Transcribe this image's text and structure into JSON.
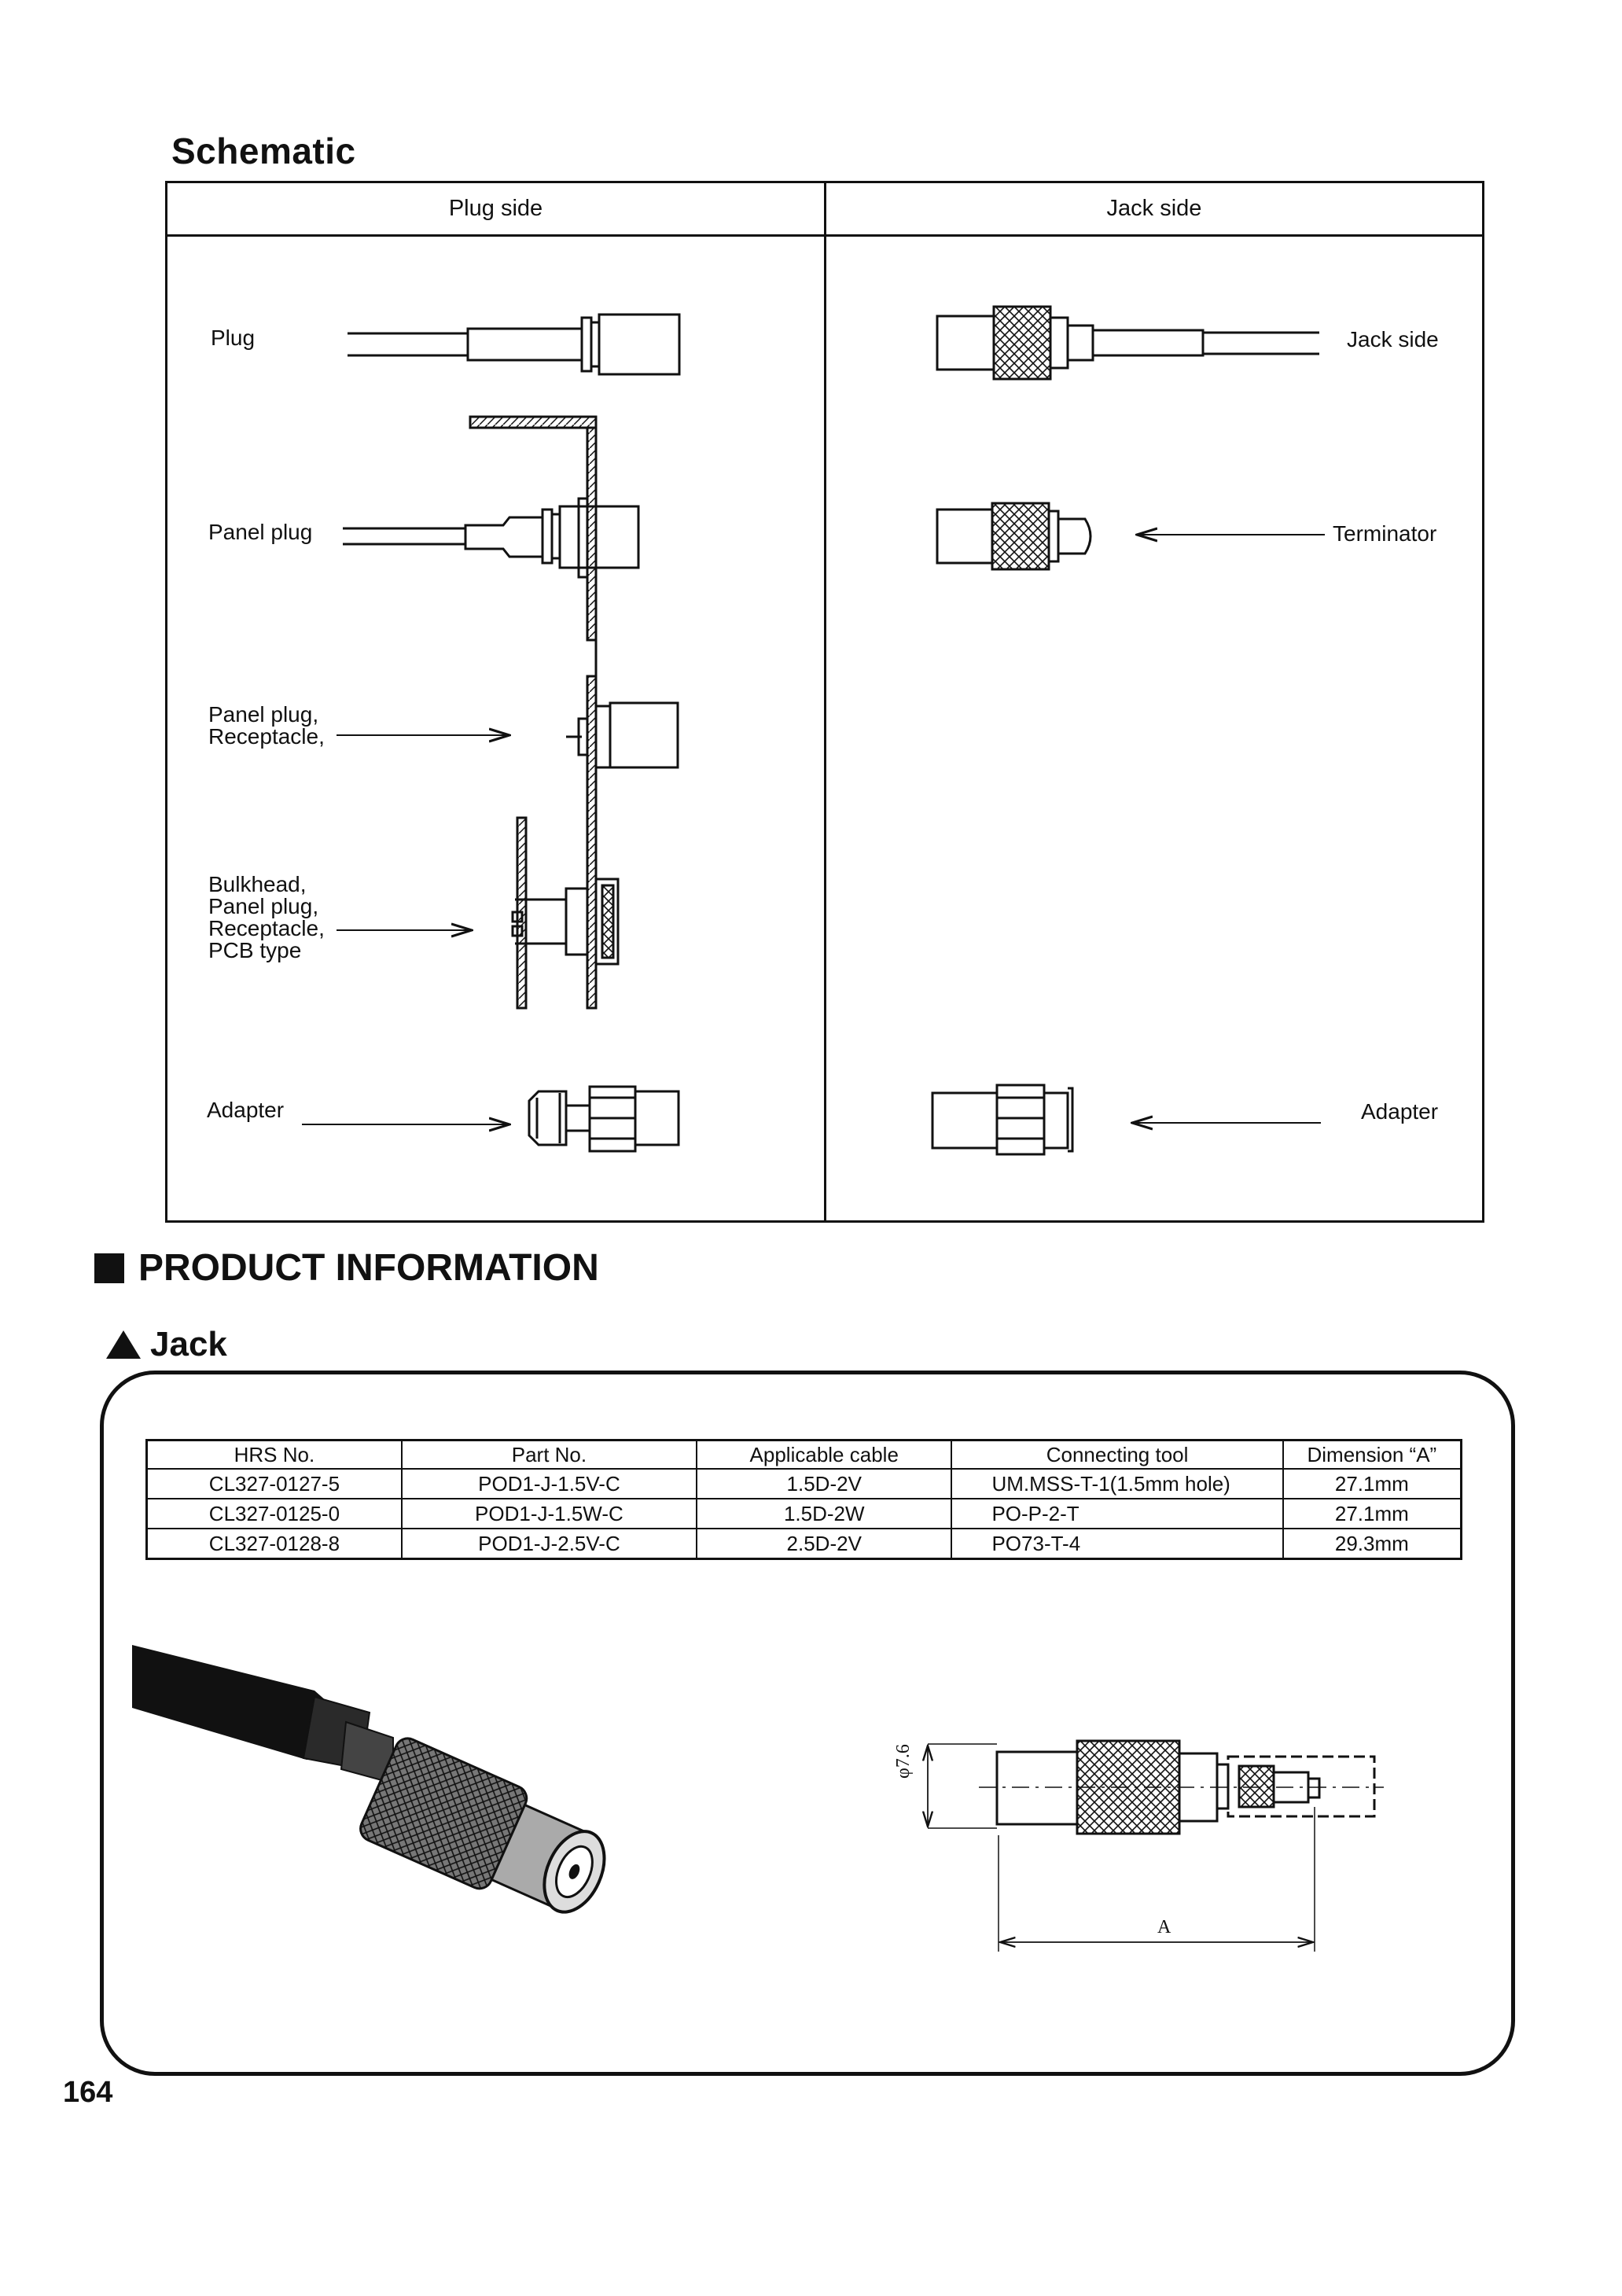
{
  "schematic": {
    "title": "Schematic",
    "plug_side_header": "Plug side",
    "jack_side_header": "Jack side",
    "plug_labels": {
      "plug": "Plug",
      "panel_plug": "Panel plug",
      "panel_plug_receptacle": [
        "Panel plug,",
        "Receptacle,"
      ],
      "bulkhead": [
        "Bulkhead,",
        "Panel plug,",
        "Receptacle,",
        "PCB type"
      ],
      "adapter": "Adapter"
    },
    "jack_labels": {
      "jack_side": "Jack side",
      "terminator": "Terminator",
      "adapter": "Adapter"
    }
  },
  "product_information": {
    "title": "PRODUCT INFORMATION",
    "subtitle": "Jack",
    "table": {
      "headers": [
        "HRS No.",
        "Part No.",
        "Applicable cable",
        "Connecting tool",
        "Dimension “A”"
      ],
      "rows": [
        [
          "CL327-0127-5",
          "POD1-J-1.5V-C",
          "1.5D-2V",
          "UM.MSS-T-1(1.5mm hole)",
          "27.1mm"
        ],
        [
          "CL327-0125-0",
          "POD1-J-1.5W-C",
          "1.5D-2W",
          "PO-P-2-T",
          "27.1mm"
        ],
        [
          "CL327-0128-8",
          "POD1-J-2.5V-C",
          "2.5D-2V",
          "PO73-T-4",
          "29.3mm"
        ]
      ]
    },
    "drawing": {
      "diameter_label": "φ7.6",
      "dimension_label": "A"
    }
  },
  "page_number": "164"
}
